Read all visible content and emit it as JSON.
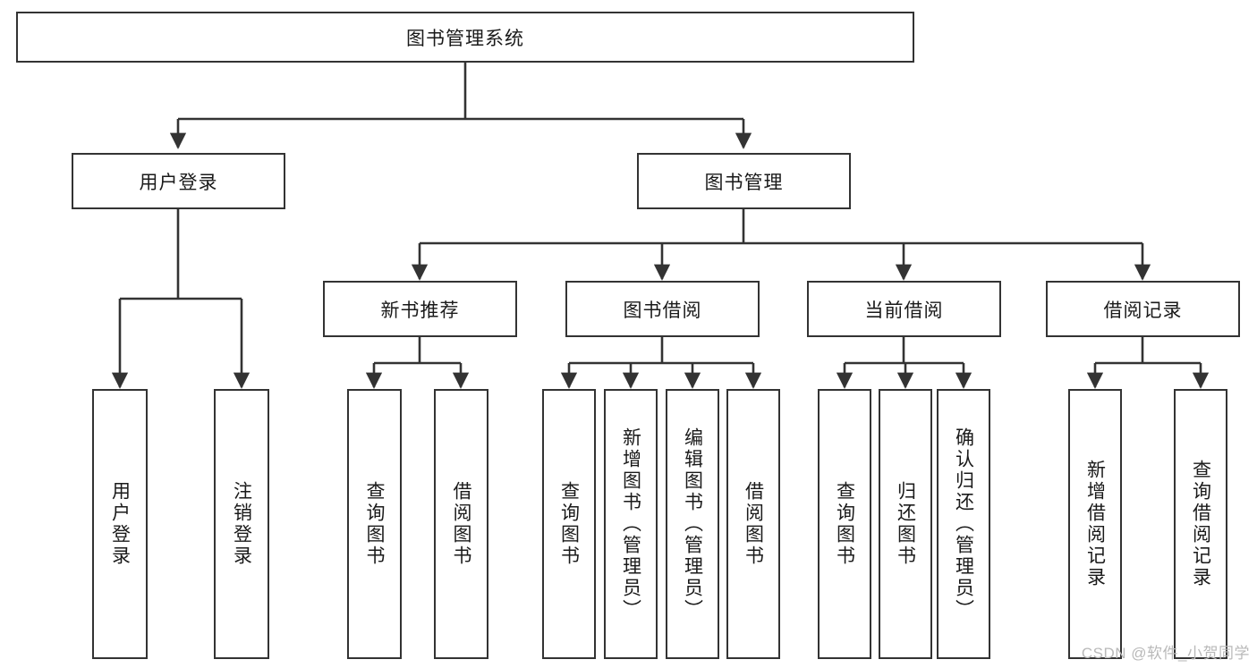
{
  "diagram": {
    "title": "图书管理系统",
    "type": "tree",
    "colors": {
      "box_border": "#333333",
      "box_fill": "#ffffff",
      "edge": "#333333",
      "text": "#1a1a1a",
      "watermark": "#b9b9b9"
    },
    "root": {
      "label": "图书管理系统"
    },
    "level1": [
      {
        "label": "用户登录"
      },
      {
        "label": "图书管理"
      }
    ],
    "level2": [
      {
        "label": "新书推荐"
      },
      {
        "label": "图书借阅"
      },
      {
        "label": "当前借阅"
      },
      {
        "label": "借阅记录"
      }
    ],
    "leaves": {
      "user_login": [
        {
          "label": "用户登录"
        },
        {
          "label": "注销登录"
        }
      ],
      "new_book_recommend": [
        {
          "label": "查询图书"
        },
        {
          "label": "借阅图书"
        }
      ],
      "book_borrow": [
        {
          "label": "查询图书"
        },
        {
          "label": "新增图书（管理员）"
        },
        {
          "label": "编辑图书（管理员）"
        },
        {
          "label": "借阅图书"
        }
      ],
      "current_borrow": [
        {
          "label": "查询图书"
        },
        {
          "label": "归还图书"
        },
        {
          "label": "确认归还（管理员）"
        }
      ],
      "borrow_record": [
        {
          "label": "新增借阅记录"
        },
        {
          "label": "查询借阅记录"
        }
      ]
    }
  },
  "watermark": {
    "text": "CSDN @软件_小贺同学"
  }
}
